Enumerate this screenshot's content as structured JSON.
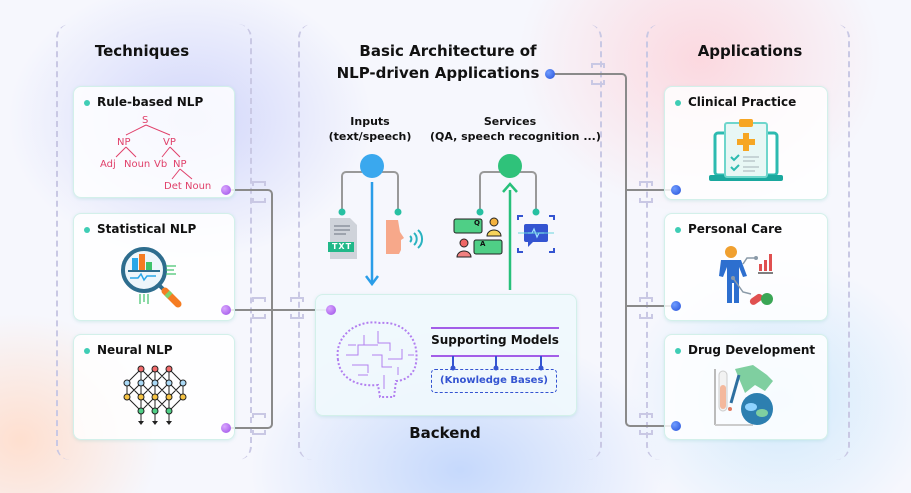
{
  "columns": {
    "techniques": {
      "heading": "Techniques",
      "cards": [
        {
          "title": "Rule-based NLP",
          "icon": "parse-tree-icon",
          "tree": {
            "root": "S",
            "level1": [
              "NP",
              "VP"
            ],
            "level2": [
              "Adj",
              "Noun",
              "Vb",
              "NP"
            ],
            "level3": [
              "Det",
              "Noun"
            ]
          }
        },
        {
          "title": "Statistical NLP",
          "icon": "magnifier-chart-icon"
        },
        {
          "title": "Neural NLP",
          "icon": "neural-network-icon"
        }
      ]
    },
    "architecture": {
      "heading_line1": "Basic Architecture of",
      "heading_line2": "NLP-driven Applications",
      "inputs": {
        "label": "Inputs",
        "sublabel": "(text/speech)",
        "file_badge": "TXT"
      },
      "services": {
        "label": "Services",
        "sublabel": "(QA, speech recognition ...)",
        "q_badge": "Q",
        "a_badge": "A"
      },
      "backend": {
        "label": "Backend",
        "supporting_models": "Supporting Models",
        "knowledge_bases": "(Knowledge Bases)"
      }
    },
    "applications": {
      "heading": "Applications",
      "cards": [
        {
          "title": "Clinical Practice",
          "icon": "clipboard-laptop-icon"
        },
        {
          "title": "Personal Care",
          "icon": "person-medicine-icon"
        },
        {
          "title": "Drug Development",
          "icon": "lab-test-icon"
        }
      ]
    }
  },
  "colors": {
    "teal_accent": "#3fcdb5",
    "purple_node": "#9b4de6",
    "blue_node": "#2550d8",
    "input_blue": "#2a9de8",
    "service_green": "#27c07a",
    "tree_pink": "#e0406a",
    "model_purple": "#a35ee8",
    "kb_blue": "#3454d1",
    "connector_gray": "#8a8a8a",
    "dashed_border": "#c9c8e4"
  }
}
